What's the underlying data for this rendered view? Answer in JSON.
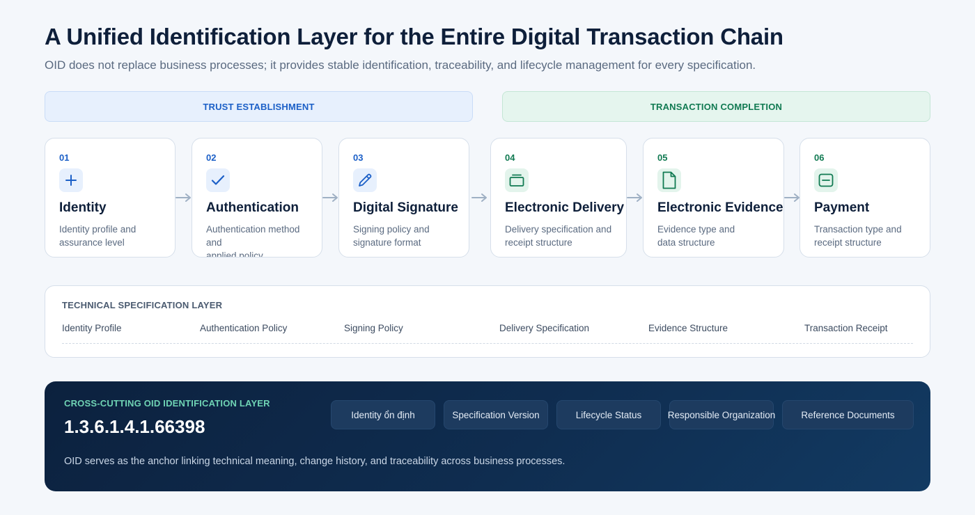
{
  "header": {
    "title": "A Unified Identification Layer for the Entire Digital Transaction Chain",
    "subtitle": "OID does not replace business processes; it provides stable identification, traceability, and lifecycle management for every specification."
  },
  "phases": [
    {
      "label": "TRUST ESTABLISHMENT",
      "color": "#1b5fc7"
    },
    {
      "label": "TRANSACTION COMPLETION",
      "color": "#117a52"
    }
  ],
  "steps": [
    {
      "number": "01",
      "name": "Identity",
      "desc_line1": "Identity profile and",
      "desc_line2": "assurance level",
      "icon": "plus-icon"
    },
    {
      "number": "02",
      "name": "Authentication",
      "desc_line1": "Authentication method and",
      "desc_line2": "applied policy",
      "icon": "check-icon"
    },
    {
      "number": "03",
      "name": "Digital Signature",
      "desc_line1": "Signing policy and",
      "desc_line2": "signature format",
      "icon": "pen-icon"
    },
    {
      "number": "04",
      "name": "Electronic Delivery",
      "desc_line1": "Delivery specification and",
      "desc_line2": "receipt structure",
      "icon": "tray-icon"
    },
    {
      "number": "05",
      "name": "Electronic Evidence",
      "desc_line1": "Evidence type and",
      "desc_line2": "data structure",
      "icon": "document-icon"
    },
    {
      "number": "06",
      "name": "Payment",
      "desc_line1": "Transaction type and",
      "desc_line2": "receipt structure",
      "icon": "card-icon"
    }
  ],
  "tech_layer": {
    "heading": "TECHNICAL SPECIFICATION LAYER",
    "items": [
      "Identity Profile",
      "Authentication Policy",
      "Signing Policy",
      "Delivery Specification",
      "Evidence Structure",
      "Transaction Receipt"
    ]
  },
  "oid_layer": {
    "label": "CROSS-CUTTING OID IDENTIFICATION LAYER",
    "value": "1.3.6.1.4.1.66398",
    "chips": [
      "Identity ổn định",
      "Specification Version",
      "Lifecycle Status",
      "Responsible Organization",
      "Reference Documents"
    ],
    "note": "OID serves as the anchor linking technical meaning, change history, and traceability across business processes."
  },
  "colors": {
    "trust_accent": "#1b5fc7",
    "transaction_accent": "#117a52",
    "oid_panel": "#0f2d50"
  }
}
